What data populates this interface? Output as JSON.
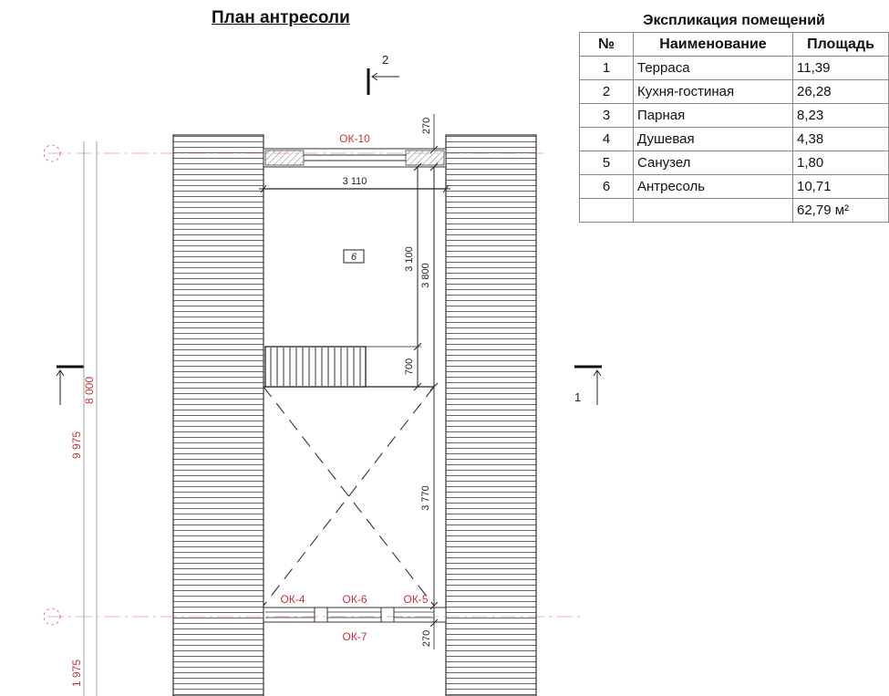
{
  "plan": {
    "title": "План антресоли",
    "room_tag": "6",
    "section_marks": [
      "2",
      "1"
    ],
    "windows": {
      "top": "ОК-10",
      "bottom_left": "ОК-4",
      "bottom_middle": "ОК-6",
      "bottom_right": "ОК-5",
      "bottom_below": "ОК-7"
    },
    "dimensions": {
      "top_wall": "270",
      "width": "3 110",
      "room_depth": "3 100",
      "room_depth_total": "3 800",
      "stair_depth": "700",
      "opening_depth": "3 770",
      "bottom_wall": "270",
      "left_overall": "9 975",
      "left_inner": "8 000",
      "left_bottom": "1 975"
    }
  },
  "explication": {
    "title": "Экспликация помещений",
    "headers": [
      "№",
      "Наименование",
      "Площадь"
    ],
    "rows": [
      {
        "num": "1",
        "name": "Терраса",
        "area": "11,39"
      },
      {
        "num": "2",
        "name": "Кухня-гостиная",
        "area": "26,28"
      },
      {
        "num": "3",
        "name": "Парная",
        "area": "8,23"
      },
      {
        "num": "4",
        "name": "Душевая",
        "area": "4,38"
      },
      {
        "num": "5",
        "name": "Санузел",
        "area": "1,80"
      },
      {
        "num": "6",
        "name": "Антресоль",
        "area": "10,71"
      }
    ],
    "total": "62,79 м²"
  },
  "colors": {
    "dimension_red": "#c8323c",
    "line_dark": "#222222",
    "wall_hatch": "#555555"
  }
}
